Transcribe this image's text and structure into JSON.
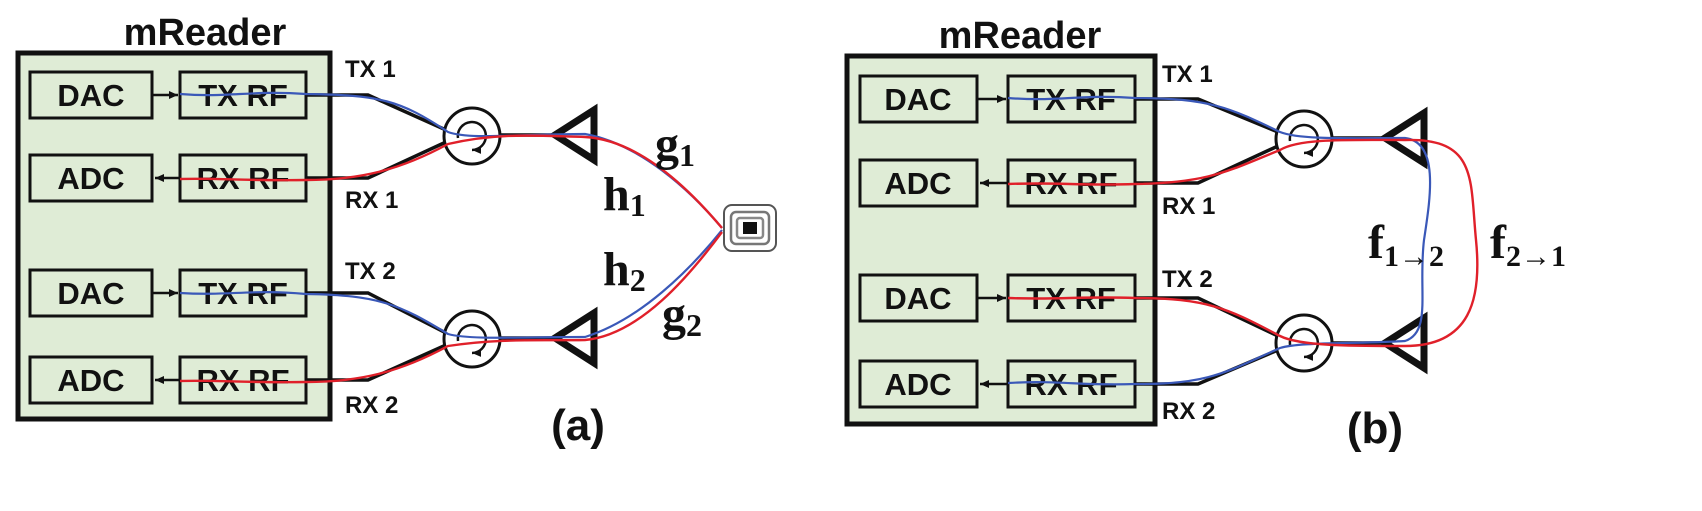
{
  "panel_a": {
    "title": "mReader",
    "blocks": {
      "dac": "DAC",
      "adc": "ADC",
      "tx_rf": "TX RF",
      "rx_rf": "RX RF"
    },
    "ports": {
      "tx1": "TX 1",
      "rx1": "RX 1",
      "tx2": "TX 2",
      "rx2": "RX 2"
    },
    "channels": {
      "g1": {
        "base": "g",
        "sub": "1"
      },
      "h1": {
        "base": "h",
        "sub": "1"
      },
      "h2": {
        "base": "h",
        "sub": "2"
      },
      "g2": {
        "base": "g",
        "sub": "2"
      }
    },
    "label": "(a)"
  },
  "panel_b": {
    "title": "mReader",
    "blocks": {
      "dac": "DAC",
      "adc": "ADC",
      "tx_rf": "TX RF",
      "rx_rf": "RX RF"
    },
    "ports": {
      "tx1": "TX 1",
      "rx1": "RX 1",
      "tx2": "TX 2",
      "rx2": "RX 2"
    },
    "channels": {
      "f12": {
        "base": "f",
        "sub": "1→2"
      },
      "f21": {
        "base": "f",
        "sub": "2→1"
      }
    },
    "label": "(b)"
  },
  "colors": {
    "block_fill": "#dfecd6",
    "wire_blue": "#3a58b8",
    "wire_red": "#e0202a"
  }
}
